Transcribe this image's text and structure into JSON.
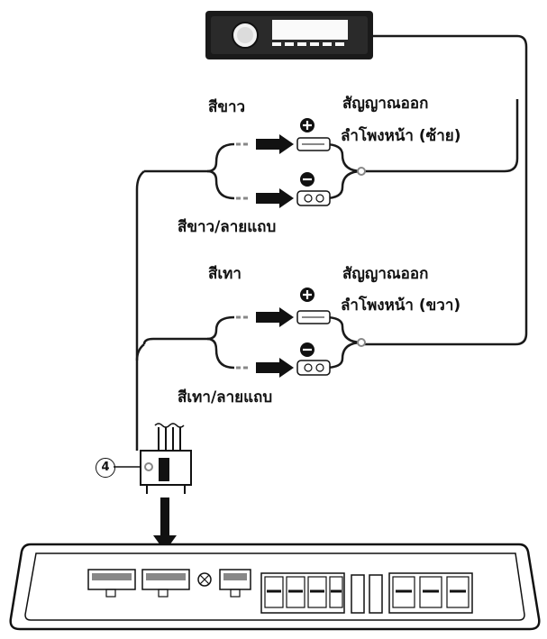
{
  "labels": {
    "white": "สีขาว",
    "white_striped": "สีขาว/ลายแถบ",
    "gray": "สีเทา",
    "gray_striped": "สีเทา/ลายแถบ",
    "front_left_line1": "สัญญาณออก",
    "front_left_line2": "ลำโพงหน้า (ซ้าย)",
    "front_right_line1": "สัญญาณออก",
    "front_right_line2": "ลำโพงหน้า (ขวา)",
    "connector_number": "4"
  },
  "icons": {
    "plus": "plus-circle-icon",
    "minus": "minus-circle-icon"
  },
  "colors": {
    "line": "#1a1a1a",
    "background": "#ffffff"
  }
}
